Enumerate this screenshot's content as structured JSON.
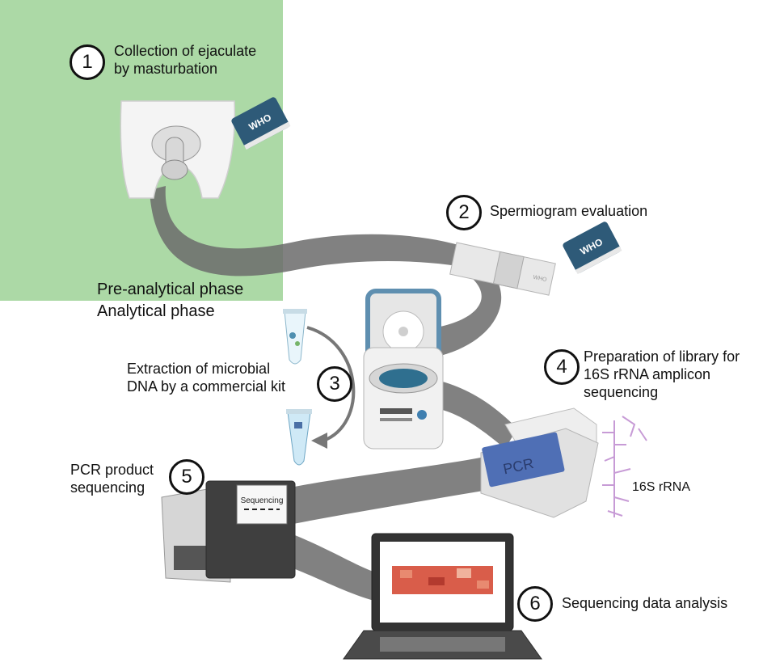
{
  "phases": {
    "pre_analytical": "Pre-analytical phase",
    "analytical": "Analytical phase"
  },
  "steps": [
    {
      "number": "1",
      "label_line1": "Collection of ejaculate",
      "label_line2": "by masturbation"
    },
    {
      "number": "2",
      "label_line1": "Spermiogram evaluation",
      "label_line2": ""
    },
    {
      "number": "3",
      "label_line1": "Extraction of microbial",
      "label_line2": "DNA by a commercial kit"
    },
    {
      "number": "4",
      "label_line1": "Preparation of library for",
      "label_line2": "16S rRNA amplicon",
      "label_line3": "sequencing"
    },
    {
      "number": "5",
      "label_line1": "PCR product",
      "label_line2": "sequencing"
    },
    {
      "number": "6",
      "label_line1": "Sequencing data analysis",
      "label_line2": ""
    }
  ],
  "device_labels": {
    "who_book": "WHO",
    "pcr_screen": "PCR",
    "sequencer_screen": "Sequencing",
    "rrna": "16S rRNA",
    "slide_mark": "WHO"
  },
  "colors": {
    "phase_bg": "#acd9a6",
    "ribbon": "#6b6b6b",
    "book": "#2e5a78",
    "centrifuge_lid": "#5f8fb0",
    "pcr_screen": "#4f6fb5",
    "rrna_structure": "#c79bd6"
  },
  "icons": [
    "pelvis-illustration",
    "who-book-icon",
    "microscope-slide-icon",
    "centrifuge-icon",
    "tube-icon",
    "pcr-thermocycler-icon",
    "rrna-structure-icon",
    "sequencer-icon",
    "laptop-heatmap-icon"
  ]
}
